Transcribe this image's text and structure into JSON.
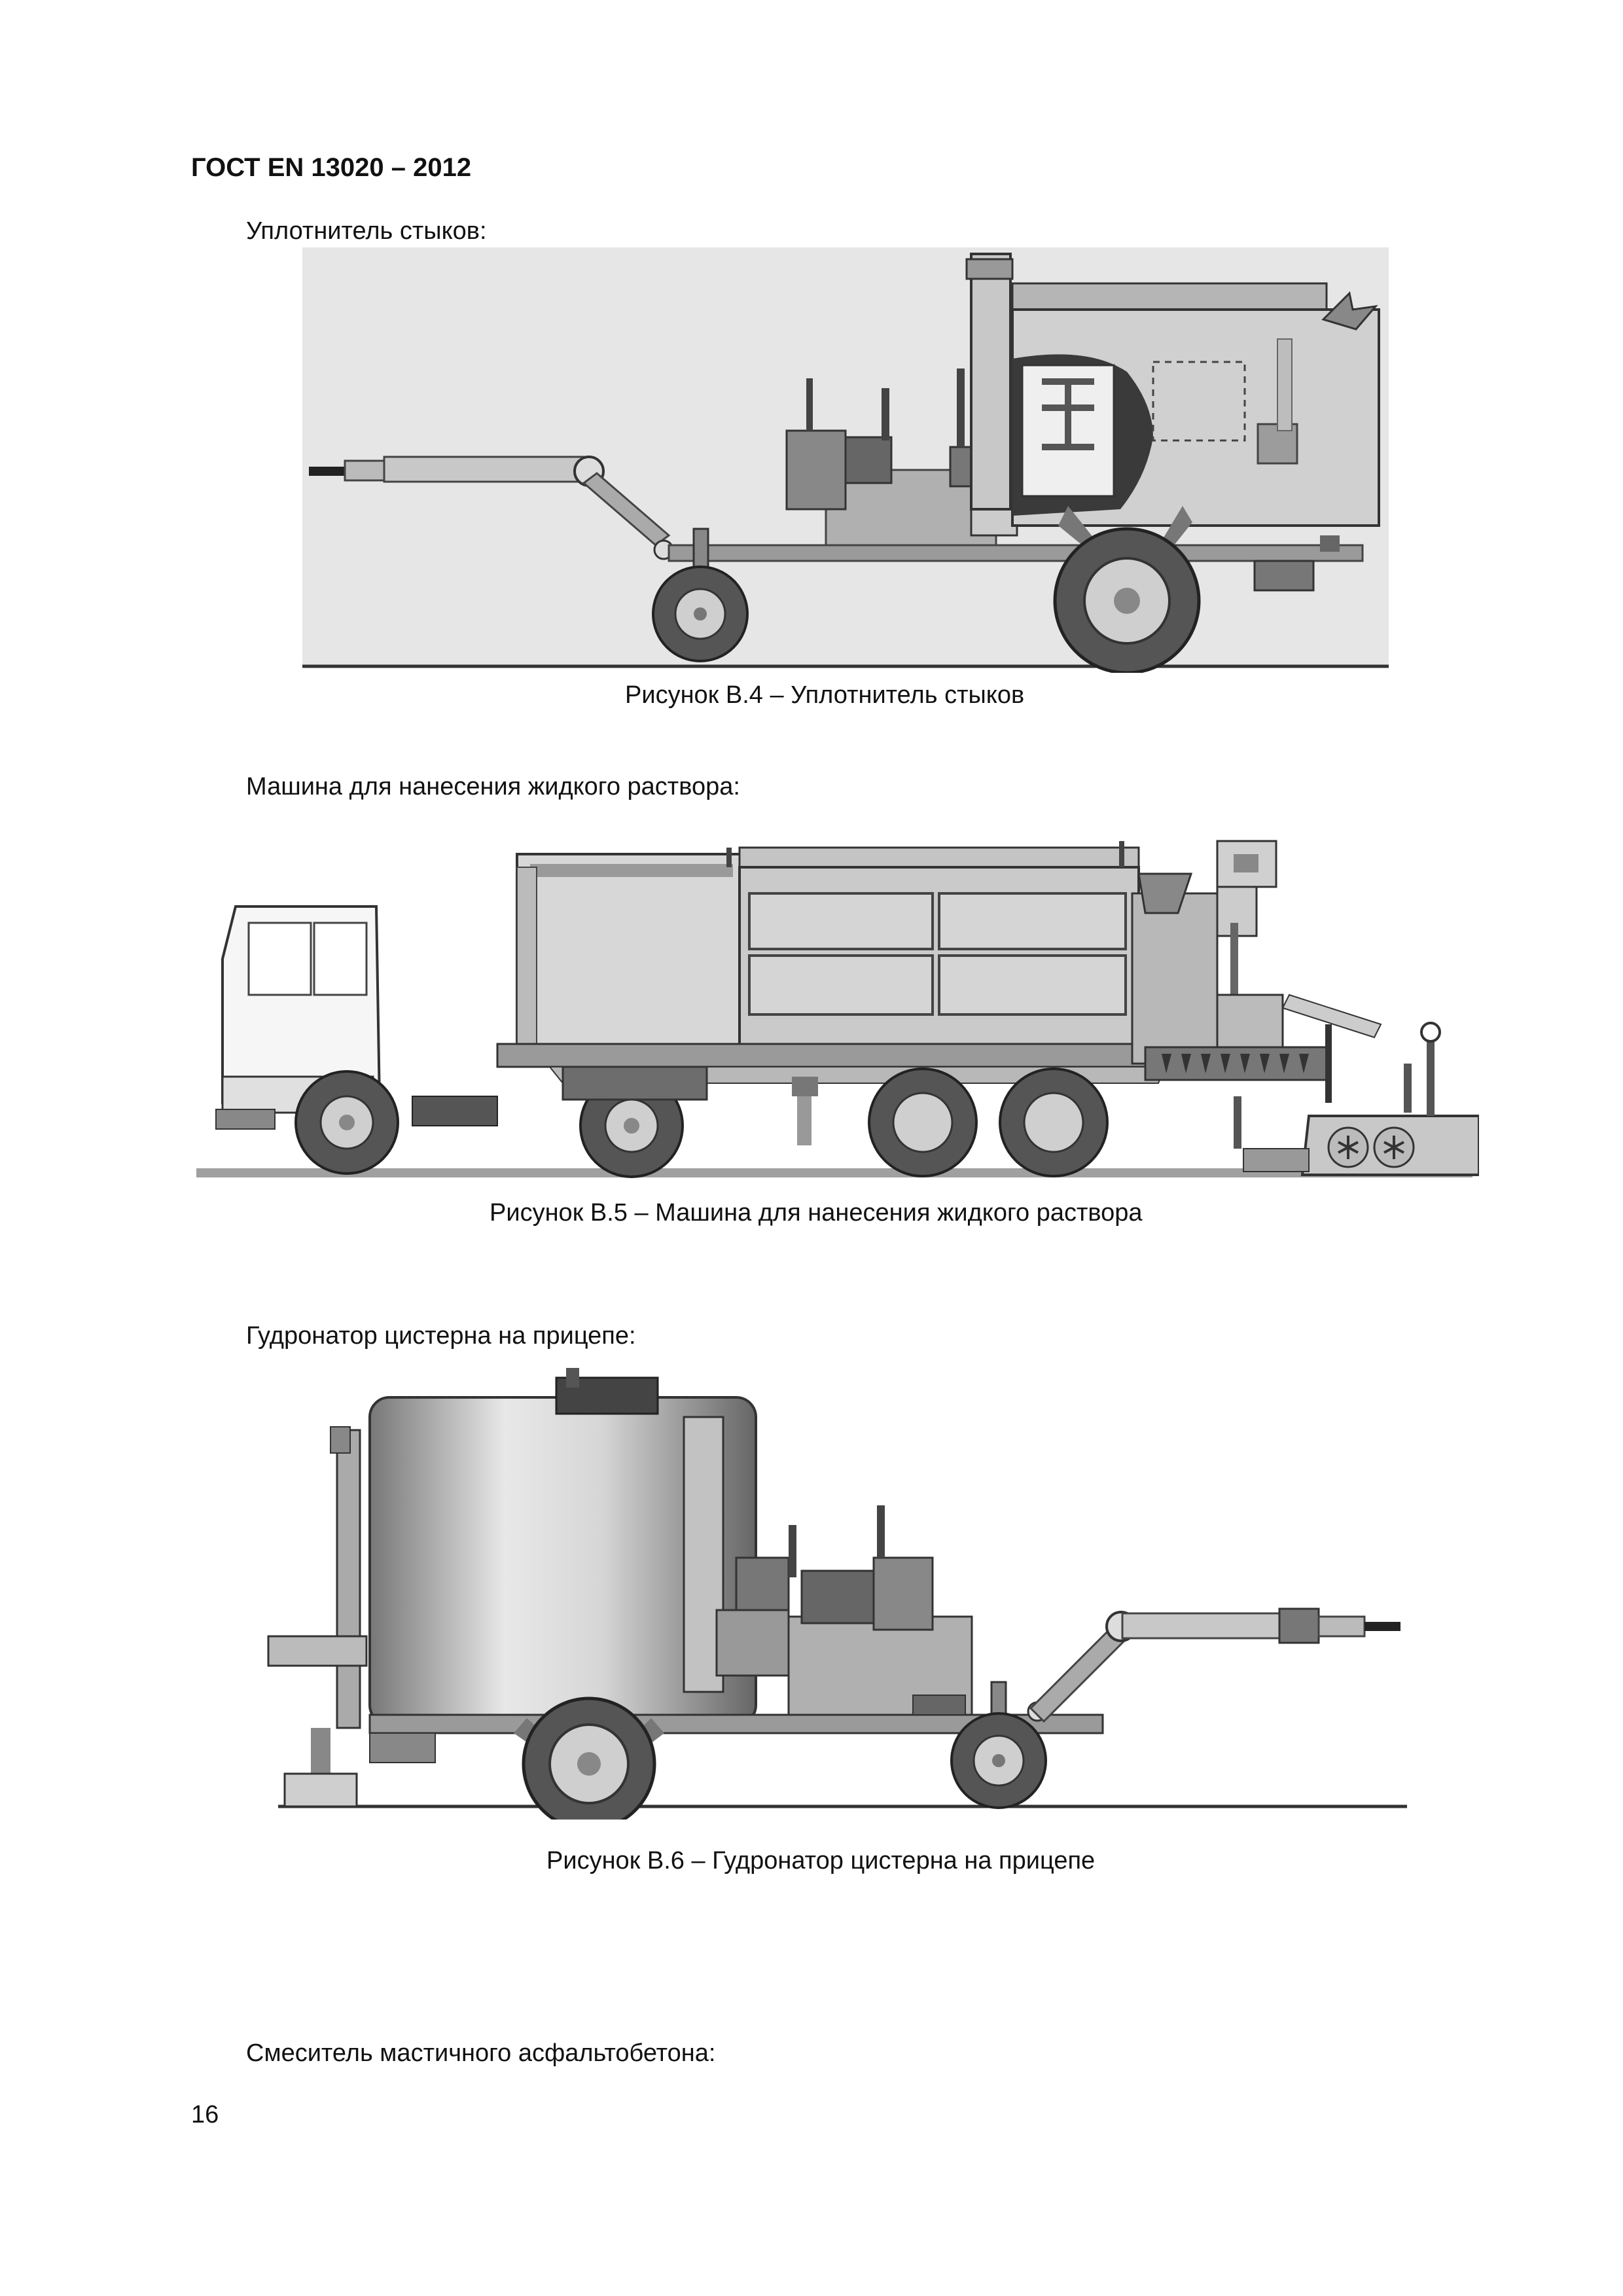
{
  "header": {
    "doc_id": "ГОСТ EN 13020 – 2012"
  },
  "sections": [
    {
      "intro": "Уплотнитель стыков:",
      "caption": "Рисунок В.4 – Уплотнитель стыков"
    },
    {
      "intro": "Машина для нанесения жидкого раствора:",
      "caption": "Рисунок В.5 – Машина для нанесения жидкого раствора"
    },
    {
      "intro": "Гудронатор цистерна на прицепе:",
      "caption": "Рисунок В.6 – Гудронатор цистерна на прицепе"
    },
    {
      "intro": "Смеситель мастичного асфальтобетона:"
    }
  ],
  "footer": {
    "page_number": "16"
  }
}
